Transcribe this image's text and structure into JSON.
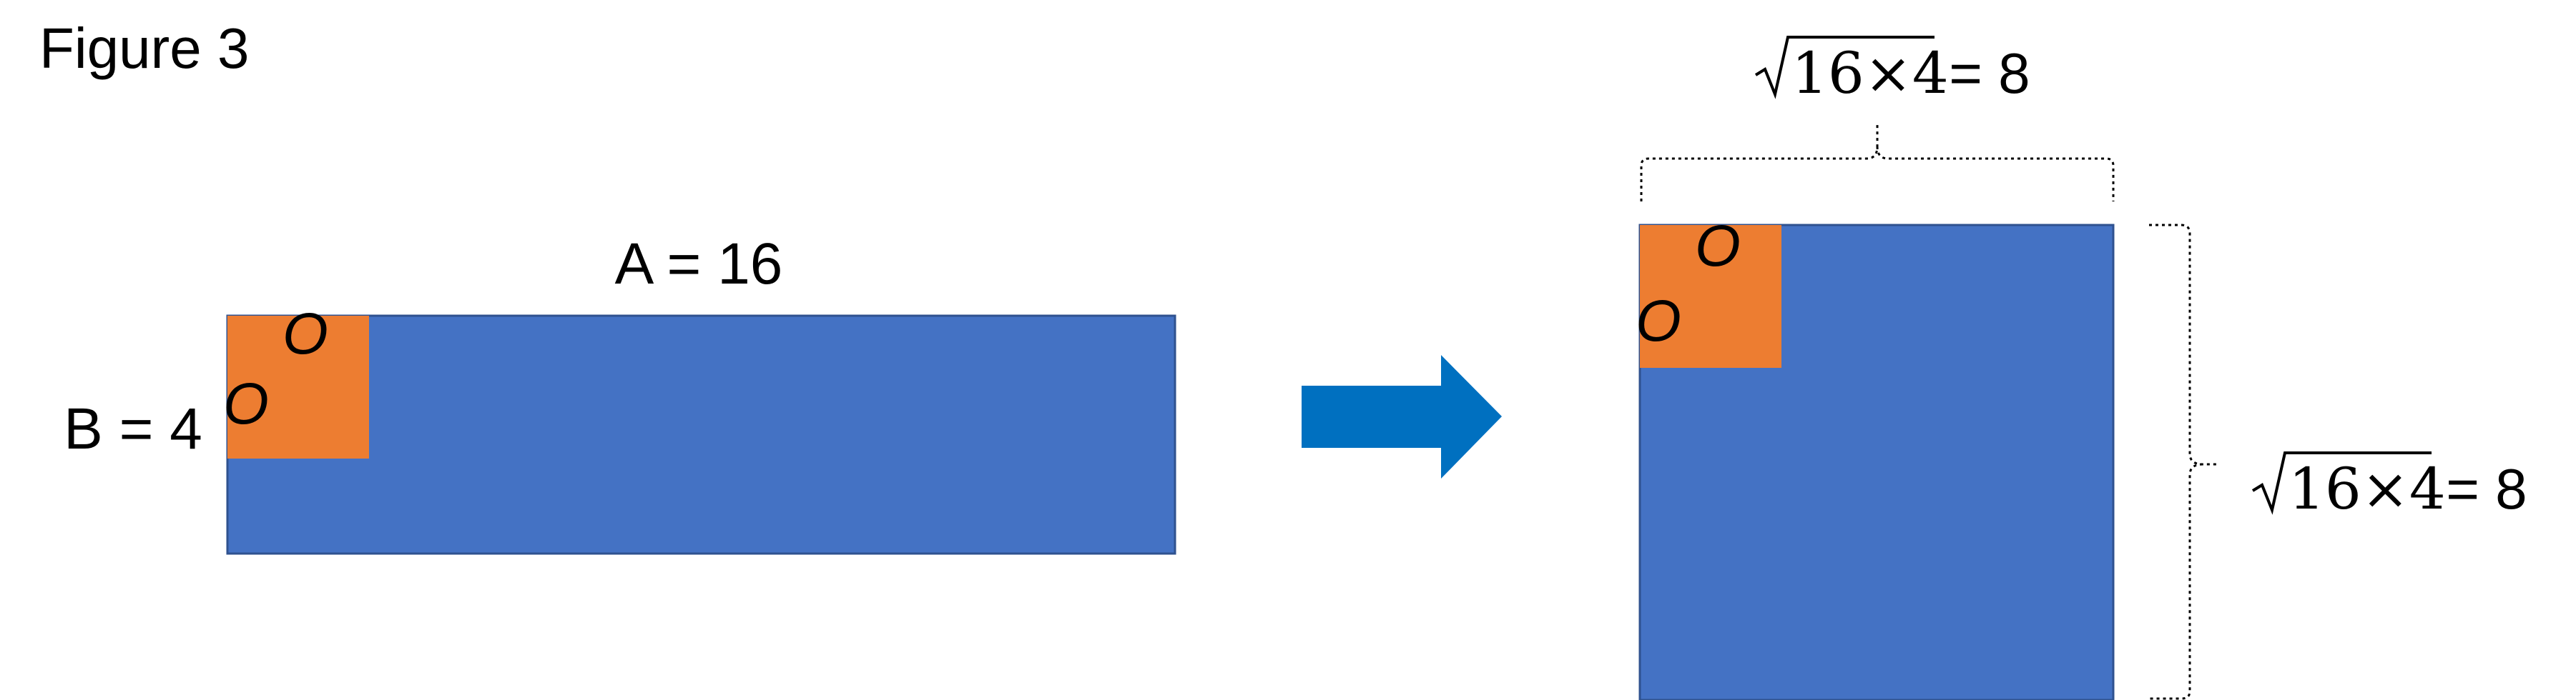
{
  "figure_title": "Figure 3",
  "colors": {
    "rect_fill": "#4472C4",
    "rect_stroke": "#2F528F",
    "block_fill": "#ED7D31",
    "arrow_fill": "#0070C0",
    "bracket_stroke": "#000000"
  },
  "left": {
    "top_label": "A = 16",
    "side_label": "B = 4",
    "markers": [
      "O",
      "O"
    ]
  },
  "arrow": {
    "icon": "right-arrow-icon"
  },
  "right": {
    "top_label": {
      "radicand": "16×4",
      "result": " = 8"
    },
    "side_label": {
      "radicand": "16×4",
      "result": " = 8"
    },
    "markers": [
      "O",
      "O"
    ]
  }
}
